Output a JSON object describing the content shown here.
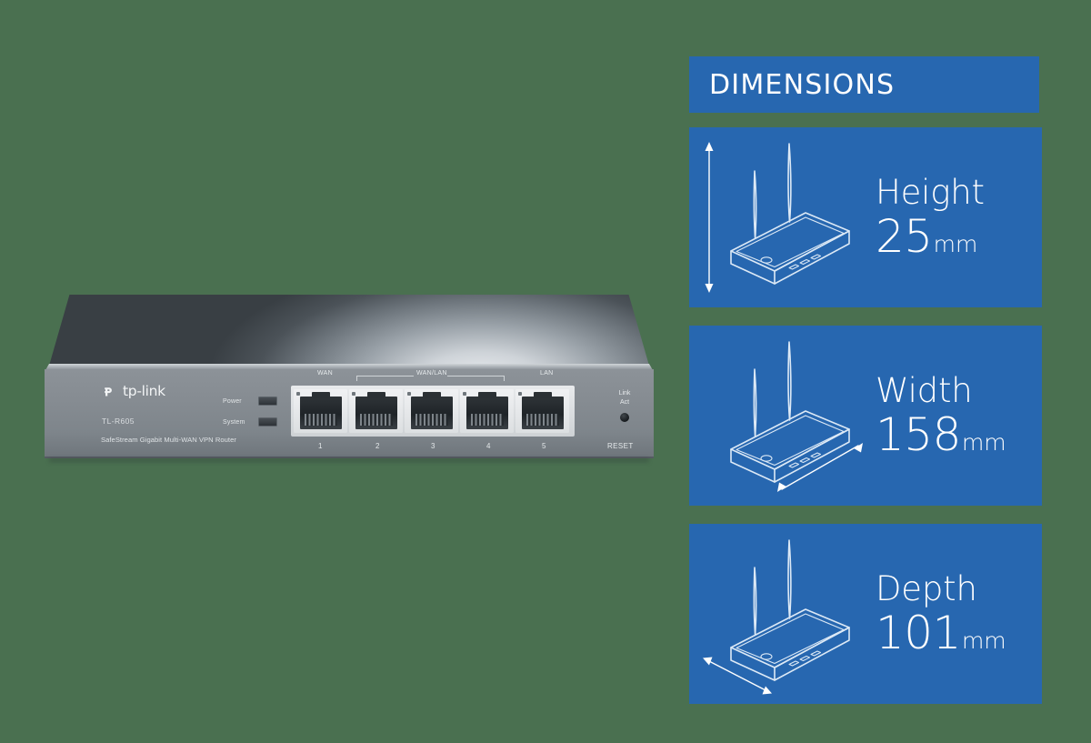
{
  "background_color": "#4a7050",
  "accent_color": "#2767b0",
  "product": {
    "brand": "tp-link",
    "brand_icon": "tp-link-logo-icon",
    "model": "TL-R605",
    "tagline": "SafeStream Gigabit Multi-WAN VPN Router",
    "indicators": [
      {
        "label": "Power"
      },
      {
        "label": "System"
      }
    ],
    "port_group_labels": {
      "wan": "WAN",
      "wan_lan": "WAN/LAN",
      "lan": "LAN"
    },
    "ports": [
      {
        "number": "1",
        "type": "rj45-port"
      },
      {
        "number": "2",
        "type": "rj45-port"
      },
      {
        "number": "3",
        "type": "rj45-port"
      },
      {
        "number": "4",
        "type": "rj45-port"
      },
      {
        "number": "5",
        "type": "rj45-port"
      }
    ],
    "link_act_label_line1": "Link",
    "link_act_label_line2": "Act",
    "reset_label": "RESET"
  },
  "dimensions": {
    "header": "DIMENSIONS",
    "cards": [
      {
        "name": "Height",
        "value": "25",
        "unit": "mm",
        "arrow": "vertical"
      },
      {
        "name": "Width",
        "value": "158",
        "unit": "mm",
        "arrow": "diagonal-front"
      },
      {
        "name": "Depth",
        "value": "101",
        "unit": "mm",
        "arrow": "diagonal-side"
      }
    ]
  }
}
